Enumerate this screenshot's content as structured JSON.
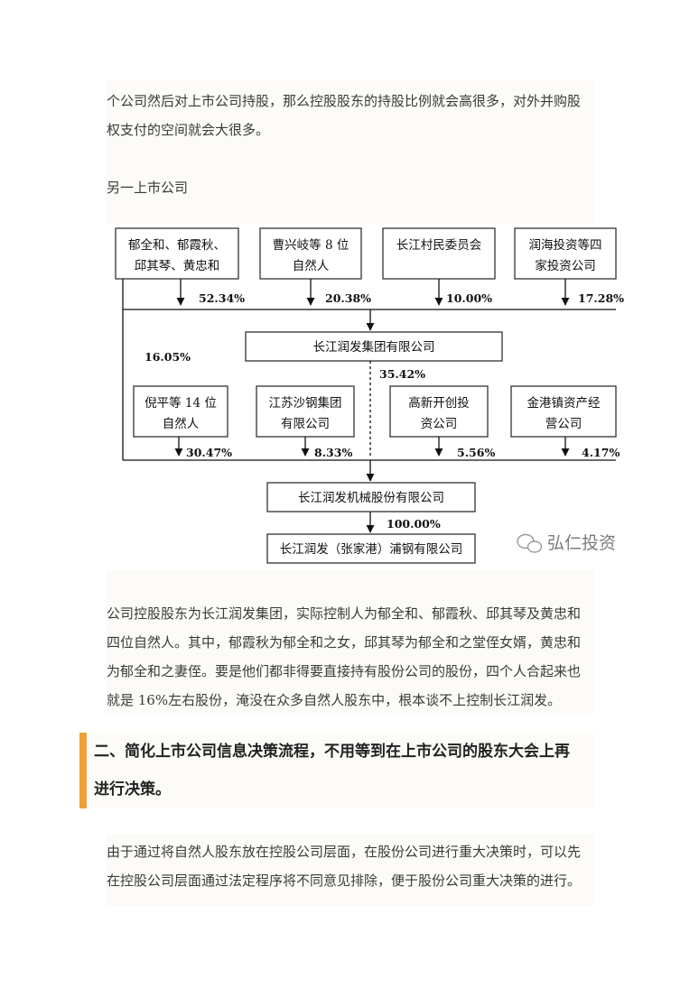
{
  "intro": {
    "lines": [
      "个公司然后对上市公司持股，那么控股股东的持股比例就会高很多，对外并购股",
      "权支付的空间就会大很多。"
    ],
    "example_label": "另一上市公司"
  },
  "diagram": {
    "top_holders": [
      {
        "lines": [
          "郁全和、郁霞秋、",
          "邱其琴、黄忠和"
        ],
        "pct": "52.34%"
      },
      {
        "lines": [
          "曹兴岐等 8 位",
          "自然人"
        ],
        "pct": "20.38%"
      },
      {
        "lines": [
          "长江村民委员会"
        ],
        "pct": "10.00%"
      },
      {
        "lines": [
          "润海投资等四",
          "家投资公司"
        ],
        "pct": "17.28%"
      }
    ],
    "group_company": "长江润发集团有限公司",
    "direct_pct": "16.05%",
    "group_pct": "35.42%",
    "mid_holders": [
      {
        "lines": [
          "倪平等 14 位",
          "自然人"
        ],
        "pct": "30.47%"
      },
      {
        "lines": [
          "江苏沙钢集团",
          "有限公司"
        ],
        "pct": "8.33%"
      },
      {
        "lines": [
          "高新开创投",
          "资公司"
        ],
        "pct": "5.56%"
      },
      {
        "lines": [
          "金港镇资产经",
          "营公司"
        ],
        "pct": "4.17%"
      }
    ],
    "listed_company": "长江润发机械股份有限公司",
    "sub_pct": "100.00%",
    "subsidiary": "长江润发（张家港）浦钢有限公司",
    "watermark": "弘仁投资"
  },
  "analysis": {
    "lines": [
      "公司控股股东为长江润发集团，实际控制人为郁全和、郁霞秋、邱其琴及黄忠和",
      "四位自然人。其中，郁霞秋为郁全和之女，邱其琴为郁全和之堂侄女婿，黄忠和",
      "为郁全和之妻侄。要是他们都非得要直接持有股份公司的股份，四个人合起来也",
      "就是 16%左右股份，淹没在众多自然人股东中，根本谈不上控制长江润发。"
    ]
  },
  "section2": {
    "heading_lines": [
      "二、简化上市公司信息决策流程，不用等到在上市公司的股东大会上再",
      "进行决策。"
    ],
    "body_lines": [
      "由于通过将自然人股东放在控股公司层面，在股份公司进行重大决策时，可以先",
      "在控股公司层面通过法定程序将不同意见排除，便于股份公司重大决策的进行。"
    ]
  },
  "colors": {
    "accent": "#f0a030",
    "block_bg": "#fdfbf7"
  }
}
